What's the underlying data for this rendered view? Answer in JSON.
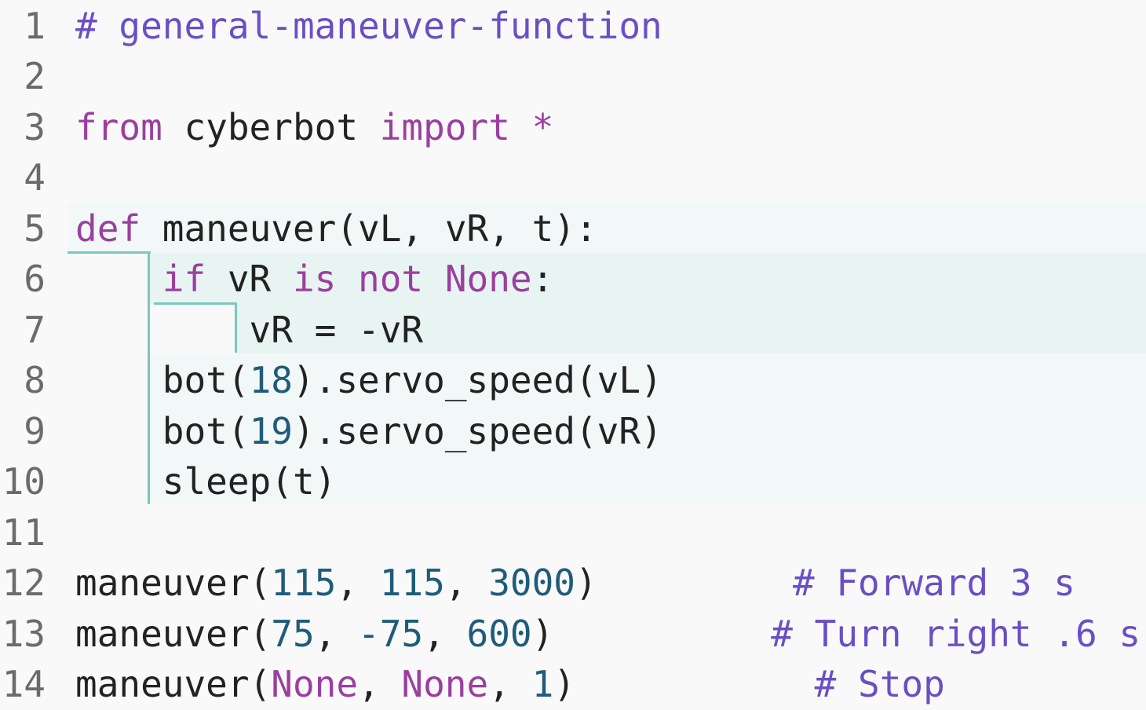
{
  "editor": {
    "lines": [
      {
        "num": "1",
        "tokens": [
          {
            "t": "# general-maneuver-function",
            "c": "comment"
          }
        ]
      },
      {
        "num": "2",
        "tokens": []
      },
      {
        "num": "3",
        "tokens": [
          {
            "t": "from",
            "c": "kw"
          },
          {
            "t": " cyberbot ",
            "c": "plain"
          },
          {
            "t": "import",
            "c": "kw"
          },
          {
            "t": " *",
            "c": "kw"
          }
        ]
      },
      {
        "num": "4",
        "tokens": []
      },
      {
        "num": "5",
        "tokens": [
          {
            "t": "def",
            "c": "kw"
          },
          {
            "t": " maneuver(vL, vR, t):",
            "c": "plain"
          }
        ]
      },
      {
        "num": "6",
        "tokens": [
          {
            "t": "    ",
            "c": "plain"
          },
          {
            "t": "if",
            "c": "kw"
          },
          {
            "t": " vR ",
            "c": "plain"
          },
          {
            "t": "is",
            "c": "kw"
          },
          {
            "t": " ",
            "c": "plain"
          },
          {
            "t": "not",
            "c": "kw"
          },
          {
            "t": " ",
            "c": "plain"
          },
          {
            "t": "None",
            "c": "kw"
          },
          {
            "t": ":",
            "c": "plain"
          }
        ]
      },
      {
        "num": "7",
        "tokens": [
          {
            "t": "        vR = -vR",
            "c": "plain"
          }
        ]
      },
      {
        "num": "8",
        "tokens": [
          {
            "t": "    bot(",
            "c": "plain"
          },
          {
            "t": "18",
            "c": "num"
          },
          {
            "t": ").servo_speed(vL)",
            "c": "plain"
          }
        ]
      },
      {
        "num": "9",
        "tokens": [
          {
            "t": "    bot(",
            "c": "plain"
          },
          {
            "t": "19",
            "c": "num"
          },
          {
            "t": ").servo_speed(vR)",
            "c": "plain"
          }
        ]
      },
      {
        "num": "10",
        "tokens": [
          {
            "t": "    sleep(t)",
            "c": "plain"
          }
        ]
      },
      {
        "num": "11",
        "tokens": []
      },
      {
        "num": "12",
        "tokens": [
          {
            "t": "maneuver(",
            "c": "plain"
          },
          {
            "t": "115",
            "c": "num"
          },
          {
            "t": ", ",
            "c": "plain"
          },
          {
            "t": "115",
            "c": "num"
          },
          {
            "t": ", ",
            "c": "plain"
          },
          {
            "t": "3000",
            "c": "num"
          },
          {
            "t": ")         ",
            "c": "plain"
          },
          {
            "t": "# Forward 3 s",
            "c": "comment"
          }
        ]
      },
      {
        "num": "13",
        "tokens": [
          {
            "t": "maneuver(",
            "c": "plain"
          },
          {
            "t": "75",
            "c": "num"
          },
          {
            "t": ", ",
            "c": "plain"
          },
          {
            "t": "-75",
            "c": "num"
          },
          {
            "t": ", ",
            "c": "plain"
          },
          {
            "t": "600",
            "c": "num"
          },
          {
            "t": ")          ",
            "c": "plain"
          },
          {
            "t": "# Turn right .6 s",
            "c": "comment"
          }
        ]
      },
      {
        "num": "14",
        "tokens": [
          {
            "t": "maneuver(",
            "c": "plain"
          },
          {
            "t": "None",
            "c": "kw"
          },
          {
            "t": ", ",
            "c": "plain"
          },
          {
            "t": "None",
            "c": "kw"
          },
          {
            "t": ", ",
            "c": "plain"
          },
          {
            "t": "1",
            "c": "num"
          },
          {
            "t": ")           ",
            "c": "plain"
          },
          {
            "t": "# Stop",
            "c": "comment"
          }
        ]
      }
    ]
  },
  "colors": {
    "comment": "#6a4fc4",
    "keyword": "#9b3f9f",
    "number": "#1f5c7a",
    "text": "#222222",
    "block_highlight": "#f2f8f7",
    "nested_highlight": "#e8f4f1",
    "indent_guide": "#7cc8bb"
  }
}
